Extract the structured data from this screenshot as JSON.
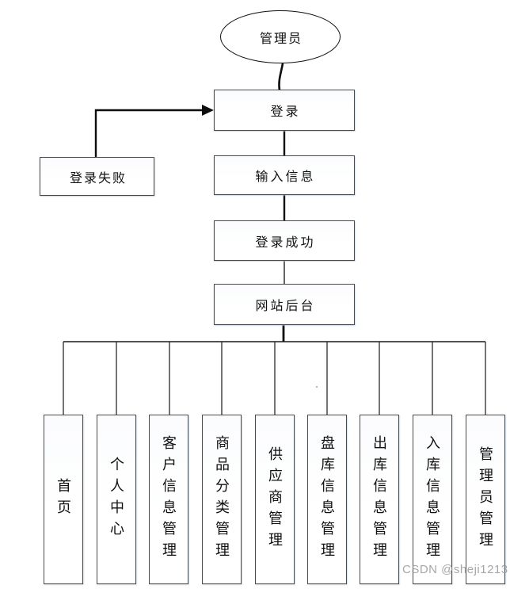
{
  "diagram": {
    "nodes": {
      "admin": "管理员",
      "login": "登录",
      "login_fail": "登录失败",
      "input_info": "输入信息",
      "login_success": "登录成功",
      "site_backend": "网站后台"
    },
    "modules": [
      "首页",
      "个人中心",
      "客户信息管理",
      "商品分类管理",
      "供应商管理",
      "盘库信息管理",
      "出库信息管理",
      "入库信息管理",
      "管理员管理"
    ],
    "watermark": "CSDN @sheji1213",
    "colors": {
      "line": "#0d0d0d",
      "box_border": "#4a4a4a",
      "watermark": "#999999"
    }
  }
}
